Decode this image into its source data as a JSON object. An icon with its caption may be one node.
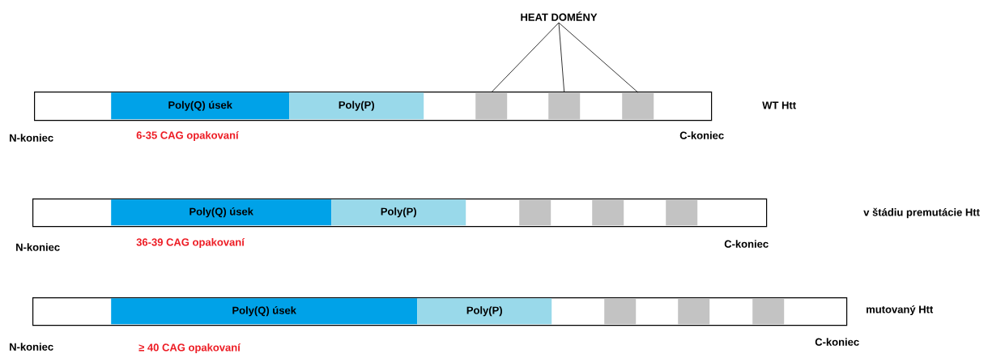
{
  "diagram": {
    "nodes": [
      {
        "text": [
          "HEAT DOMÉNY"
        ]
      },
      {
        "text": [],
        "shape": "bar",
        "beside": [
          "N-koniec",
          "6-35 CAG opakovaní",
          "C-koniec"
        ]
      },
      {
        "text": [
          "Poly(Q)  úsek"
        ],
        "in": 1
      },
      {
        "text": [
          "Poly(P)"
        ],
        "in": 1
      },
      {
        "text": [],
        "shape": "box",
        "in": 1
      },
      {
        "text": [],
        "shape": "box",
        "in": 1
      },
      {
        "text": [],
        "shape": "box",
        "in": 1
      },
      {
        "text": [],
        "shape": "bar",
        "beside": [
          "N-koniec",
          "36-39 CAG opakovaní",
          "C-koniec"
        ]
      },
      {
        "text": [
          "Poly(Q) úsek"
        ],
        "in": 7
      },
      {
        "text": [
          "Poly(P)"
        ],
        "in": 7
      },
      {
        "text": [],
        "shape": "box",
        "in": 7
      },
      {
        "text": [],
        "shape": "box",
        "in": 7
      },
      {
        "text": [],
        "shape": "box",
        "in": 7
      },
      {
        "text": [],
        "shape": "bar",
        "beside": [
          "N-koniec",
          "≥ 40 CAG opakovaní",
          "C-koniec"
        ]
      },
      {
        "text": [
          "Poly(Q) úsek"
        ],
        "in": 13
      },
      {
        "text": [
          "Poly(P)"
        ],
        "in": 13
      },
      {
        "text": [],
        "shape": "box",
        "in": 13
      },
      {
        "text": [],
        "shape": "box",
        "in": 13
      },
      {
        "text": [],
        "shape": "box",
        "in": 13
      }
    ],
    "edges": [
      {
        "from": 0,
        "to": 4,
        "arrow": "none"
      },
      {
        "from": 0,
        "to": 5,
        "arrow": "none"
      },
      {
        "from": 0,
        "to": 6,
        "arrow": "none"
      }
    ],
    "labels": [
      "WT Htt",
      "v štádiu premutácie  Htt",
      "mutovaný  Htt"
    ]
  }
}
